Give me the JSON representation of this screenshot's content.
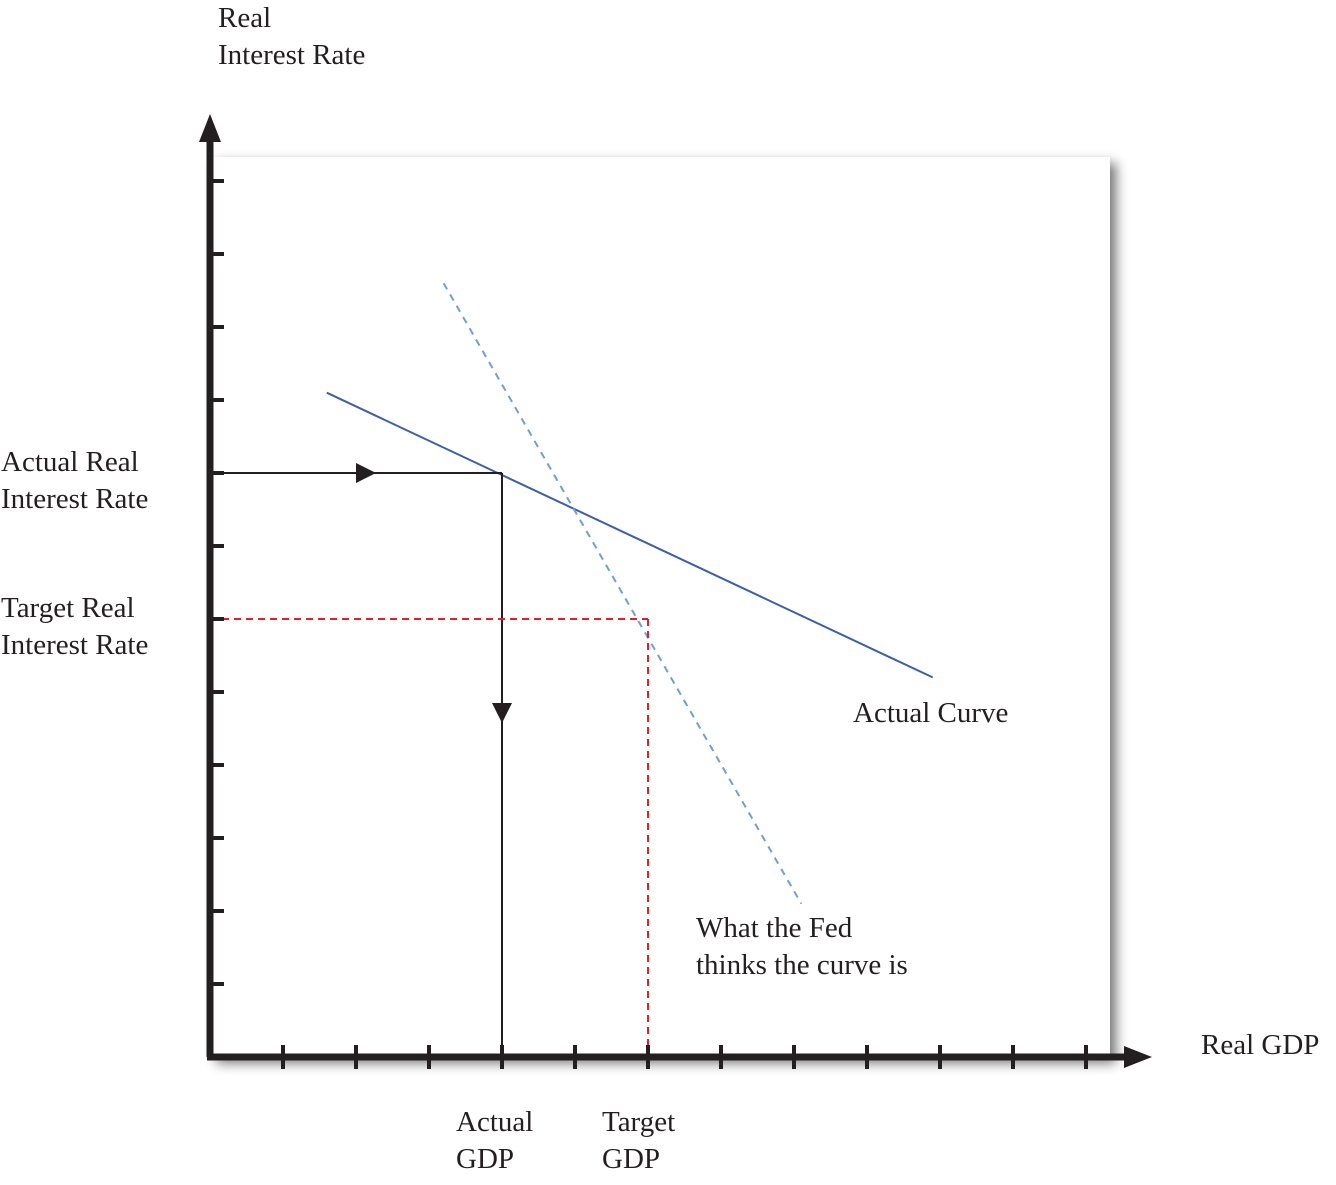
{
  "chart_data": {
    "type": "line",
    "title": "",
    "ylabel": [
      "Real",
      "Interest Rate"
    ],
    "xlabel": "Real GDP",
    "y_tick_labels": [
      {
        "lines": [
          "Actual Real",
          "Interest Rate"
        ],
        "value": 8
      },
      {
        "lines": [
          "Target Real",
          "Interest Rate"
        ],
        "value": 6
      }
    ],
    "x_tick_labels": [
      {
        "lines": [
          "Actual",
          "GDP"
        ],
        "value": 4
      },
      {
        "lines": [
          "Target",
          "GDP"
        ],
        "value": 6
      }
    ],
    "xlim": [
      0,
      12.7
    ],
    "ylim": [
      0,
      12
    ],
    "x_ticks": [
      1,
      2,
      3,
      4,
      5,
      6,
      7,
      8,
      9,
      10,
      11,
      12
    ],
    "y_ticks": [
      1,
      2,
      3,
      4,
      5,
      6,
      7,
      8,
      9,
      10,
      11,
      12
    ],
    "series": [
      {
        "name": "Actual Curve",
        "style": "solid",
        "color": "#3d5fa6",
        "points": [
          [
            1.6,
            9.1
          ],
          [
            9.9,
            5.2
          ]
        ],
        "label_lines": [
          "Actual Curve"
        ]
      },
      {
        "name": "What the Fed thinks the curve is",
        "style": "dashed",
        "color": "#6f9fd6",
        "points": [
          [
            3.2,
            10.6
          ],
          [
            8.1,
            2.1
          ]
        ],
        "label_lines": [
          "What the Fed",
          "thinks the curve is"
        ]
      }
    ],
    "guides": [
      {
        "kind": "actual",
        "color": "#231f20",
        "style": "solid",
        "x": 4,
        "y": 8,
        "arrows": true
      },
      {
        "kind": "target",
        "color": "#e02028",
        "style": "dashed",
        "x": 6,
        "y": 6,
        "arrows": false
      }
    ]
  }
}
